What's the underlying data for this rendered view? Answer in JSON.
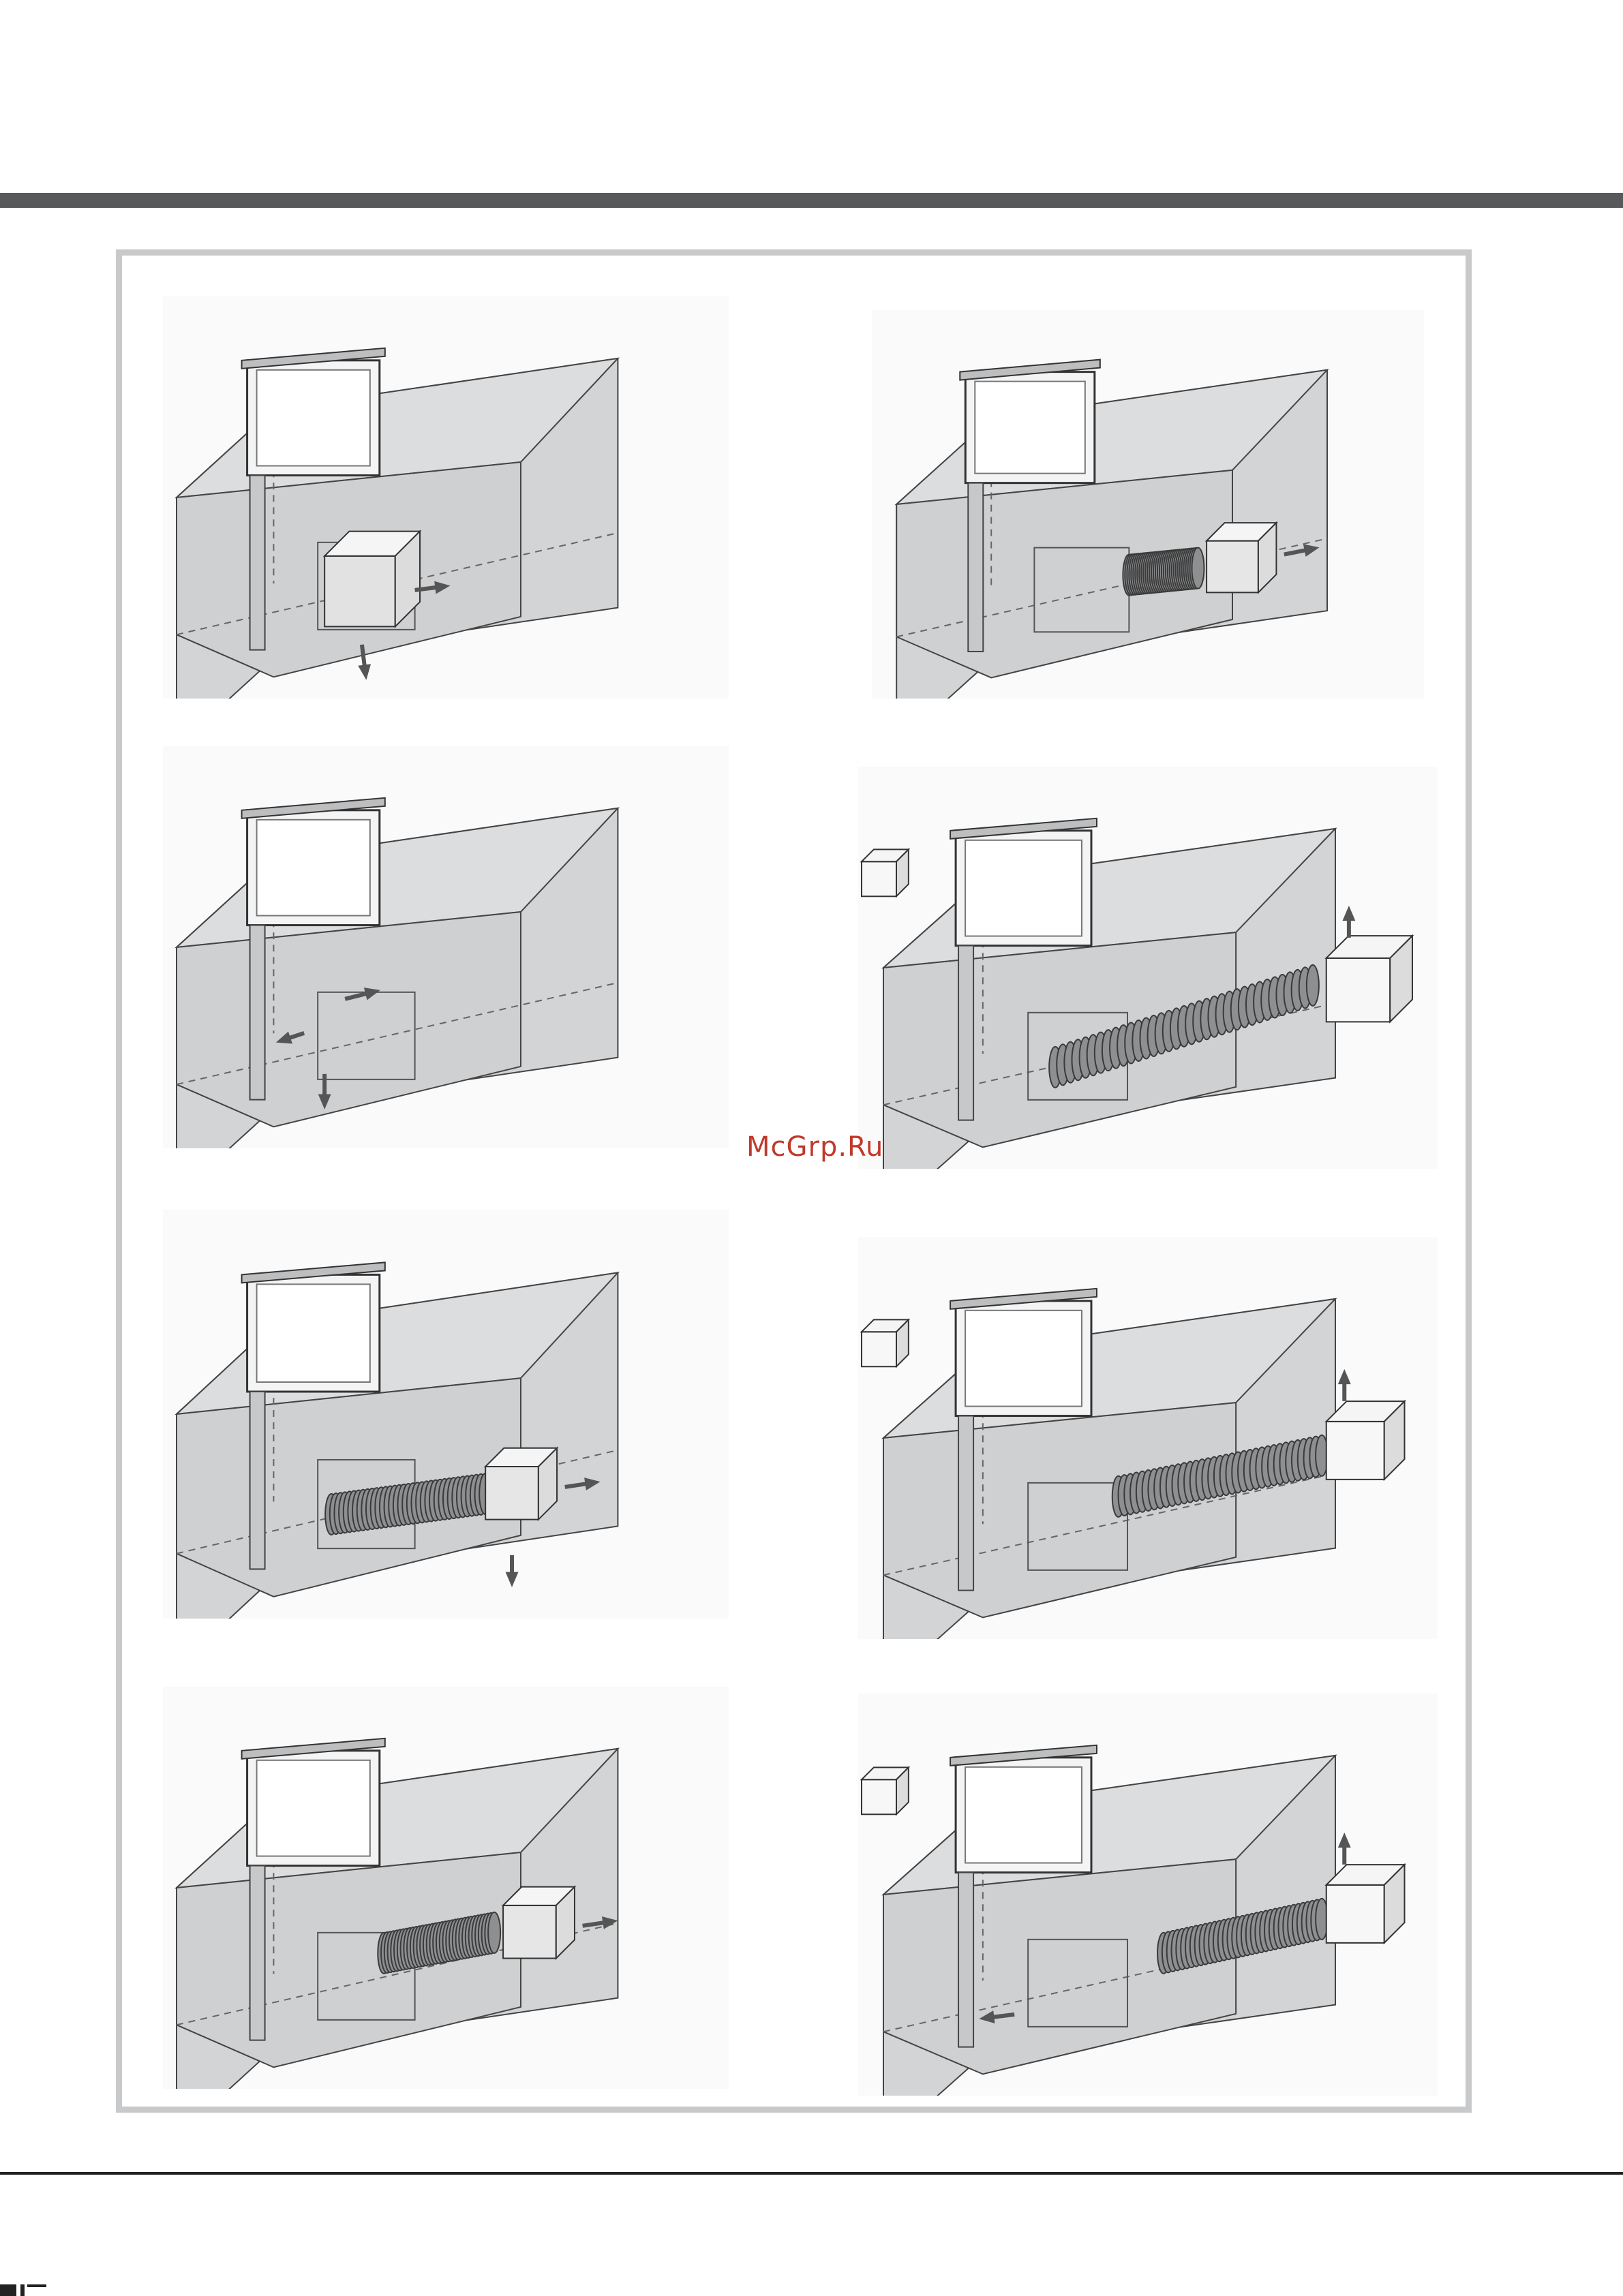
{
  "page": {
    "accent_color": "#58595b",
    "frame_color": "#c8c9cb",
    "box_fill": "#d3d4d6"
  },
  "watermark": {
    "text": "McGrp.Ru",
    "color": "#c0392b"
  },
  "diagrams": [
    {
      "id": 1,
      "variant": "motor-under-hood"
    },
    {
      "id": 2,
      "variant": "motor-side-short-hose"
    },
    {
      "id": 3,
      "variant": "front-filter"
    },
    {
      "id": 4,
      "variant": "long-hose-external-motor-left"
    },
    {
      "id": 5,
      "variant": "hose-to-motor-box"
    },
    {
      "id": 6,
      "variant": "long-hose-external-motor-right"
    },
    {
      "id": 7,
      "variant": "hose-through-panel-to-box"
    },
    {
      "id": 8,
      "variant": "panel-hose-external-motor"
    }
  ]
}
